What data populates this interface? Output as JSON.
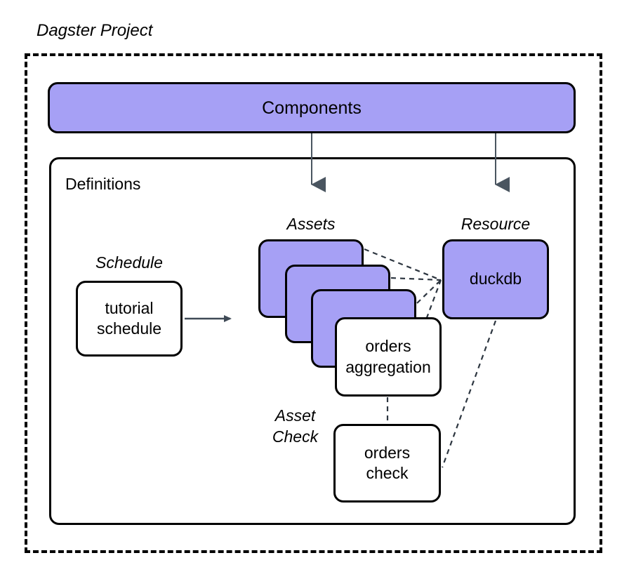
{
  "diagram": {
    "title": "Dagster Project",
    "container_label": "Definitions",
    "components_label": "Components",
    "group_labels": {
      "assets": "Assets",
      "resource": "Resource",
      "schedule": "Schedule",
      "asset_check": "Asset\nCheck"
    },
    "nodes": {
      "tutorial_schedule": "tutorial\nschedule",
      "orders_aggregation": "orders\naggregation",
      "orders_check": "orders\ncheck",
      "duckdb": "duckdb",
      "asset_card_1": "",
      "asset_card_2": "",
      "asset_card_3": ""
    },
    "colors": {
      "node_fill": "#a6a0f5",
      "node_stroke": "#000000",
      "plain_fill": "#ffffff",
      "arrow": "#3f4a56",
      "dashed_link": "#2d3640",
      "background": "#ffffff"
    }
  }
}
